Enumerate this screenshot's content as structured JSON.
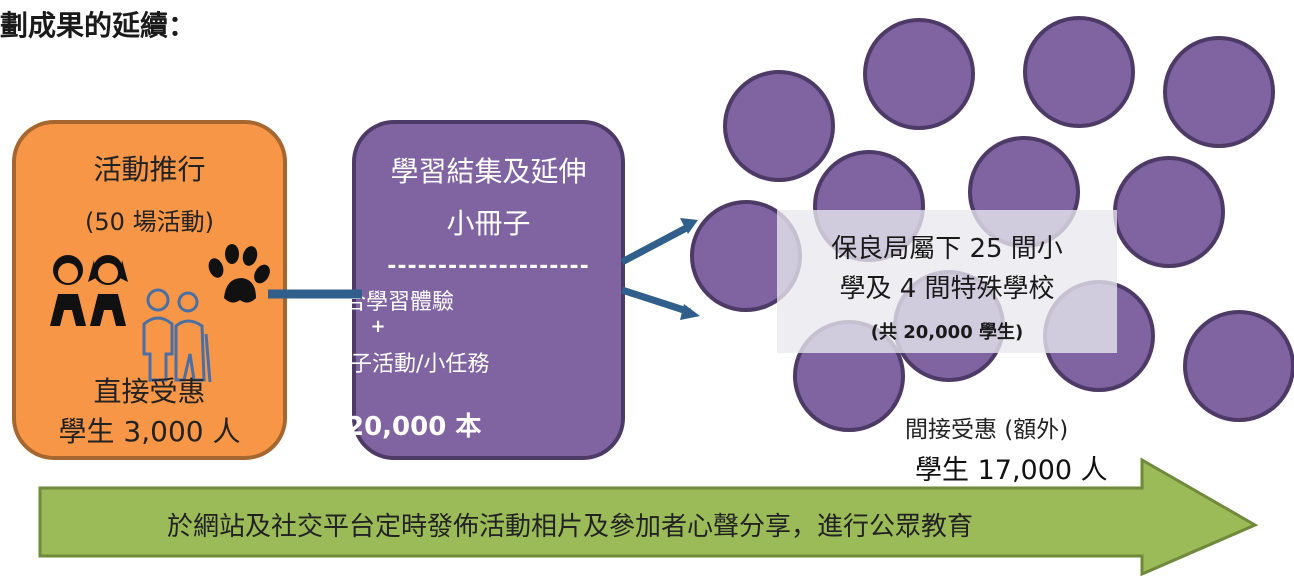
{
  "header": {
    "title": "劃成果的延續："
  },
  "activity_box": {
    "title": "活動推行",
    "subtitle": "(50 場活動)",
    "beneficiary_line1": "直接受惠",
    "beneficiary_line2": "學生 3,000 人"
  },
  "booklet_box": {
    "title_line1": "學習結集及延伸",
    "title_line2": "小冊子",
    "divider": "--------------------",
    "item1": "結合學習體驗",
    "plus": "+",
    "item2": "子活動/小任務",
    "copies": "20,000 本"
  },
  "schools_box": {
    "line1": "保良局屬下 25 間小",
    "line2": "學及 4 間特殊學校",
    "line3": "(共 20,000 學生)"
  },
  "indirect": {
    "line1": "間接受惠 (額外)",
    "line2": "學生 17,000 人"
  },
  "banner": {
    "text": "於網站及社交平台定時發佈活動相片及參加者心聲分享，進行公眾教育"
  },
  "colors": {
    "orange": "#f79646",
    "purple": "#8064a2",
    "green": "#9bbb59",
    "arrow_blue": "#2f5f8a"
  },
  "icons": [
    "children-icon",
    "elderly-couple-icon",
    "paw-icon"
  ]
}
